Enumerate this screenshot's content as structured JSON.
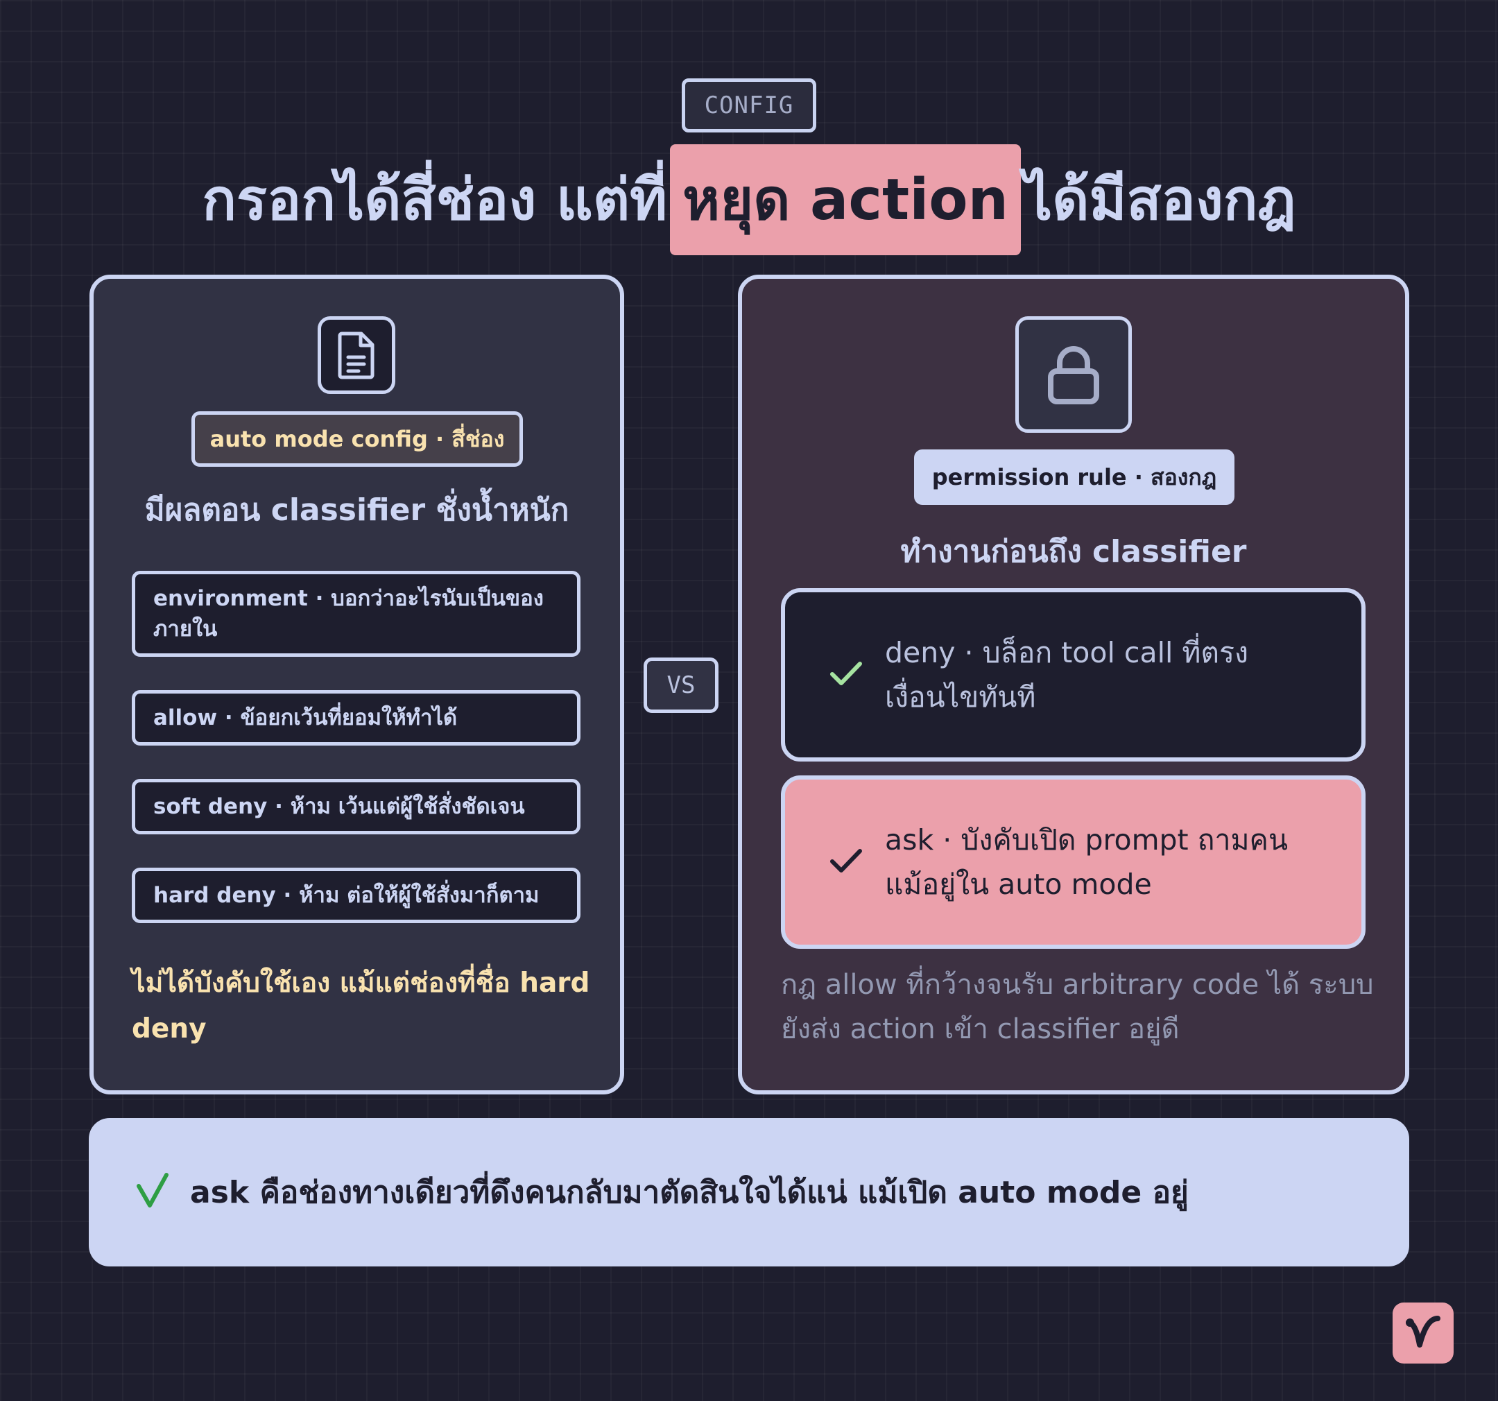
{
  "tag": "CONFIG",
  "headline": {
    "before": "กรอกได้สี่ช่อง แต่ที่",
    "highlight": "หยุด action",
    "after": "ได้มีสองกฎ"
  },
  "left": {
    "pill": "auto mode config · สี่ช่อง",
    "subtitle": "มีผลตอน classifier ชั่งน้ำหนัก",
    "rules": [
      "environment · บอกว่าอะไรนับเป็นของภายใน",
      "allow · ข้อยกเว้นที่ยอมให้ทำได้",
      "soft deny · ห้าม เว้นแต่ผู้ใช้สั่งชัดเจน",
      "hard deny · ห้าม ต่อให้ผู้ใช้สั่งมาก็ตาม"
    ],
    "note": "ไม่ได้บังคับใช้เอง แม้แต่ช่องที่ชื่อ hard deny"
  },
  "vs": "VS",
  "right": {
    "pill": "permission rule · สองกฎ",
    "subtitle": "ทำงานก่อนถึง classifier",
    "deny": "deny · บล็อก tool call ที่ตรงเงื่อนไขทันที",
    "ask": "ask · บังคับเปิด prompt ถามคน แม้อยู่ใน auto mode",
    "note": "กฎ allow ที่กว้างจนรับ arbitrary code ได้ ระบบยังส่ง action เข้า classifier อยู่ดี"
  },
  "bottom": {
    "text": "ask คือช่องทางเดียวที่ดึงคนกลับมาตัดสินใจได้แน่ แม้เปิด auto mode อยู่"
  },
  "icons": [
    "document-icon",
    "lock-icon",
    "check-icon",
    "logo-icon"
  ],
  "colors": {
    "background": "#1e1e2e",
    "accent_pink": "#eba0ab",
    "panel_border": "#ccd5f3",
    "yellow": "#f9e2af",
    "green": "#a6e3a1",
    "check_green": "#2e9e44"
  }
}
